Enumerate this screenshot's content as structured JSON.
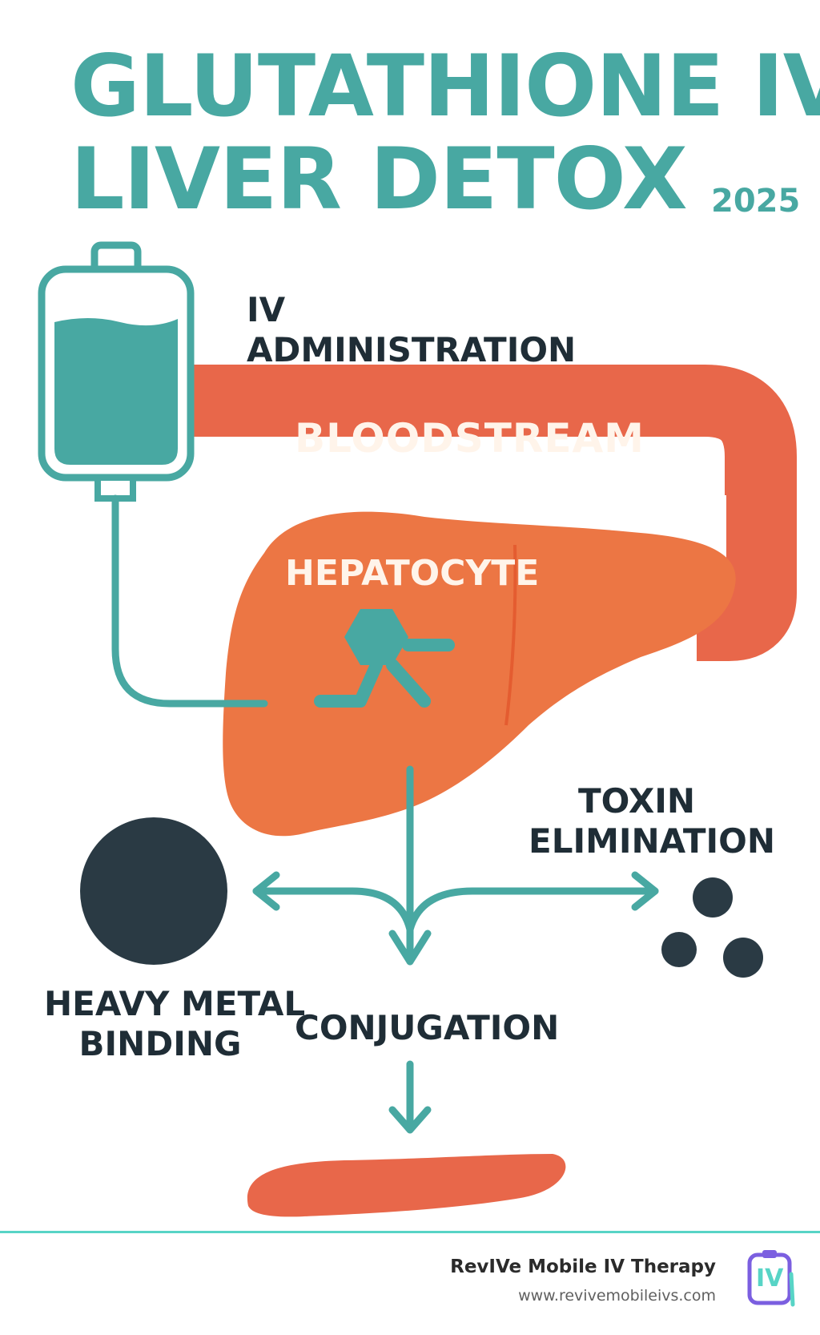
{
  "title": {
    "line1": "GLUTATHIONE IV",
    "line2": "LIVER DETOX",
    "year": "2025"
  },
  "labels": {
    "iv_line1": "IV",
    "iv_line2": "ADMINISTRATION",
    "bloodstream": "BLOODSTREAM",
    "hepatocyte": "HEPATOCYTE",
    "toxin_line1": "TOXIN",
    "toxin_line2": "ELIMINATION",
    "metal_line1": "HEAVY METAL",
    "metal_line2": "BINDING",
    "conjugation": "CONJUGATION"
  },
  "footer": {
    "brand": "RevIVe Mobile IV Therapy",
    "url": "www.revivemobileivs.com",
    "logo_text": "IV"
  },
  "colors": {
    "teal": "#48a8a2",
    "blood_orange": "#e8674a",
    "liver_orange": "#ec7644",
    "dark": "#2a3a44",
    "accent_line": "#58d4c6"
  }
}
